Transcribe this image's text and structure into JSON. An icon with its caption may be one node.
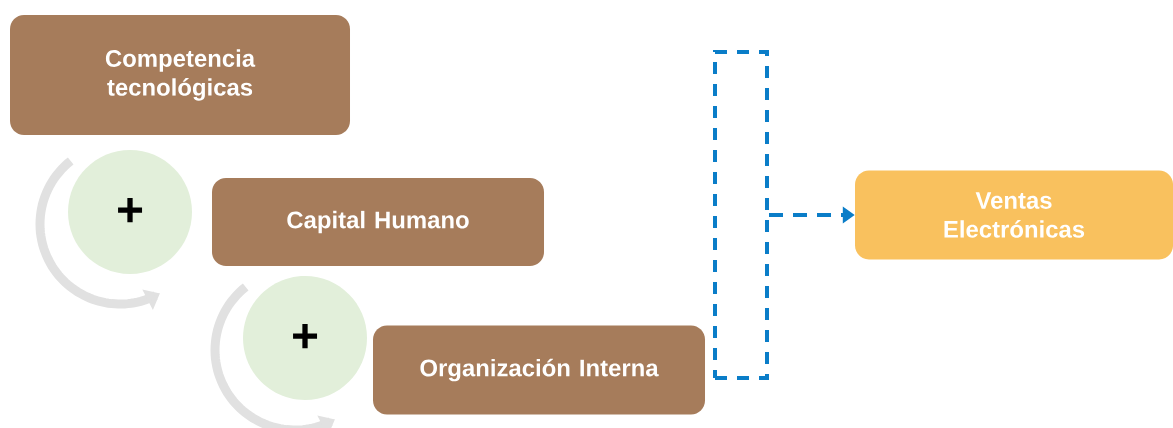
{
  "diagram": {
    "nodes": [
      {
        "text": [
          "Competencia tecnológicas"
        ]
      },
      {
        "text": [
          "+"
        ]
      },
      {
        "text": [
          "Capital Humano"
        ]
      },
      {
        "text": [
          "+"
        ]
      },
      {
        "text": [
          "Organización Interna"
        ]
      },
      {
        "text": [],
        "shape": "bracket"
      },
      {
        "text": [
          "Ventas Electrónicas"
        ]
      }
    ],
    "edges": [
      {
        "from": 5,
        "to": 6,
        "arrow": "to",
        "style": "dashed"
      }
    ]
  }
}
